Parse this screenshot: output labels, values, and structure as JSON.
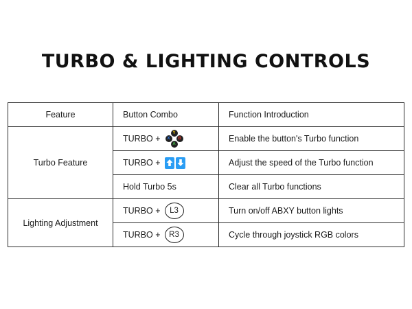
{
  "title": "TURBO & LIGHTING CONTROLS",
  "table": {
    "headers": [
      "Feature",
      "Button Combo",
      "Function Introduction"
    ],
    "groups": [
      {
        "feature": "Turbo Feature",
        "rows": [
          {
            "combo_text": "TURBO +",
            "icon": "abxy-buttons-icon",
            "function": "Enable the button's Turbo function"
          },
          {
            "combo_text": "TURBO +",
            "icon": "up-down-arrows-icon",
            "function": "Adjust the speed of the Turbo function"
          },
          {
            "combo_text": "Hold Turbo 5s",
            "icon": "",
            "function": "Clear all Turbo functions"
          }
        ]
      },
      {
        "feature": "Lighting Adjustment",
        "rows": [
          {
            "combo_text": "TURBO +",
            "icon": "l3-button-icon",
            "button_label": "L3",
            "function": "Turn on/off ABXY button lights"
          },
          {
            "combo_text": "TURBO +",
            "icon": "r3-button-icon",
            "button_label": "R3",
            "function": "Cycle through joystick RGB colors"
          }
        ]
      }
    ]
  },
  "abxy": {
    "y": "Y",
    "x": "X",
    "b": "B",
    "a": "A"
  },
  "colors": {
    "arrow_blue": "#2a9df4",
    "y": "#f2c500",
    "x": "#2f7bf0",
    "b": "#e53a2a",
    "a": "#3fbf45"
  }
}
